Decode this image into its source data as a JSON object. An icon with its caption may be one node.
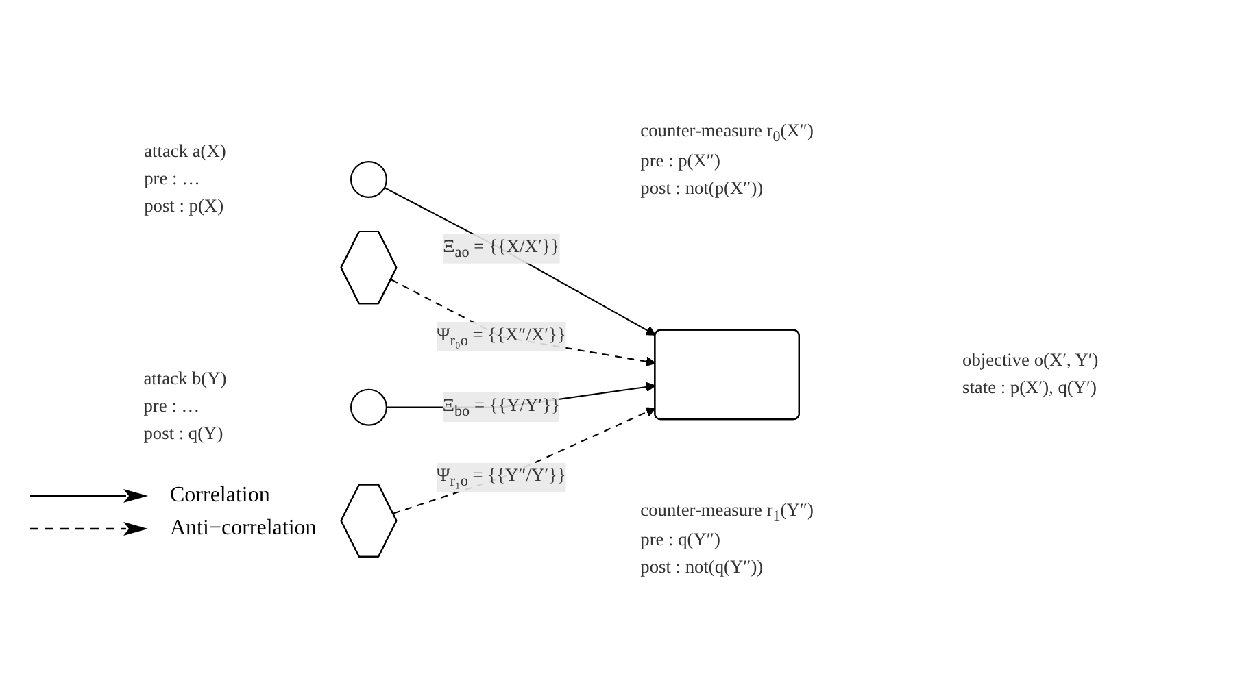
{
  "diagram": {
    "nodes": [
      {
        "text": [],
        "shape": "circle",
        "beside": [
          "attack a(X)",
          "pre : …",
          "post : p(X)"
        ]
      },
      {
        "text": [],
        "shape": "hexagon",
        "beside": [
          "counter-measure r$_{0}$(X″)",
          "pre : p(X″)",
          "post : not(p(X″))"
        ]
      },
      {
        "text": [],
        "shape": "circle",
        "beside": [
          "attack b(Y)",
          "pre : …",
          "post : q(Y)"
        ]
      },
      {
        "text": [],
        "shape": "box",
        "beside": [
          "objective o(X′, Y′)",
          "state : p(X′), q(Y′)"
        ]
      },
      {
        "text": [],
        "shape": "hexagon",
        "beside": [
          "counter-measure r$_{1}$(Y″)",
          "pre : q(Y″)",
          "post : not(q(Y″))"
        ]
      }
    ],
    "edges": [
      {
        "from": 0,
        "to": 3,
        "arrow": "to",
        "label": "Ξ$_{ao}$ = {{X/X′}}"
      },
      {
        "from": 1,
        "to": 3,
        "arrow": "to",
        "label": "Ψ$_{r₀o}$ = {{X″/X′}}",
        "style": "dashed"
      },
      {
        "from": 2,
        "to": 3,
        "arrow": "to",
        "label": "Ξ$_{bo}$ = {{Y/Y′}}"
      },
      {
        "from": 4,
        "to": 3,
        "arrow": "to",
        "label": "Ψ$_{r₁o}$ = {{Y″/Y′}}",
        "style": "dashed"
      }
    ],
    "legend": [
      {
        "text": "Correlation"
      },
      {
        "text": "Anti−correlation"
      }
    ]
  }
}
